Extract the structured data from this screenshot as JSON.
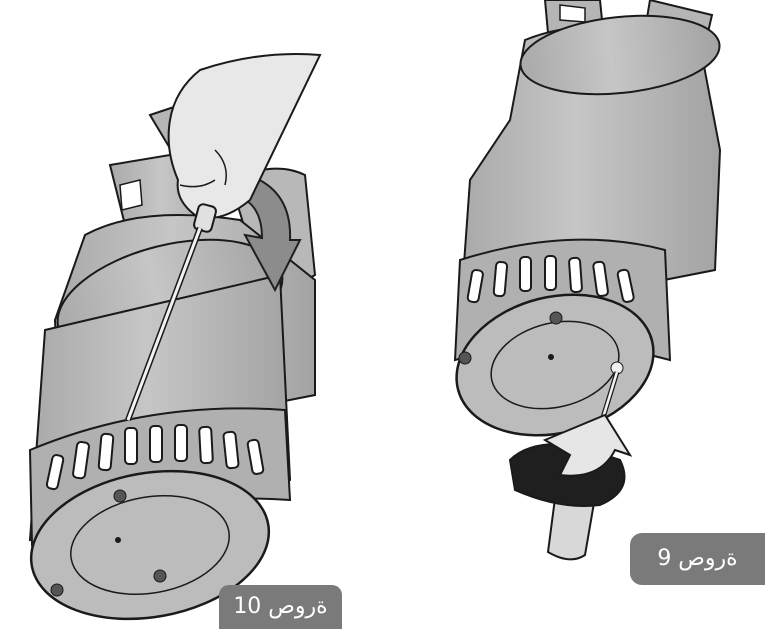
{
  "figures": [
    {
      "id": "step-10",
      "caption": "ﺓﺭﻭﺹ 10"
    },
    {
      "id": "step-9",
      "caption": "ﺓﺭﻭﺹ 9"
    }
  ],
  "colors": {
    "body": "#bdbdbd",
    "body_dark": "#a6a6a6",
    "outline": "#1a1a1a",
    "hand": "#e8e8e8",
    "arrow": "#8c8c8c",
    "arrow_dark": "#1f1f1f",
    "label_bg": "#7a7a7a"
  }
}
